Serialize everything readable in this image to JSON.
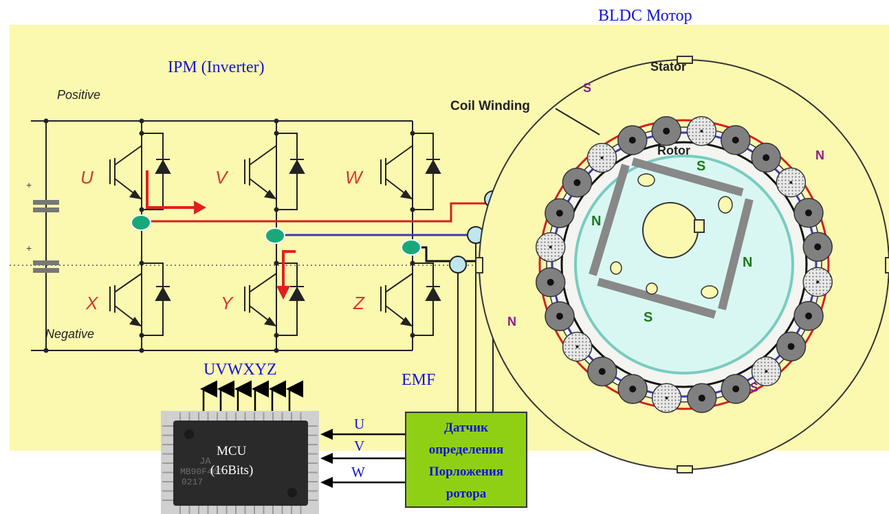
{
  "title_motor": "BLDC Мотор",
  "title_ipm": "IPM (Inverter)",
  "rail_positive": "Positive",
  "rail_negative": "Negative",
  "switches_top": [
    "U",
    "V",
    "W"
  ],
  "switches_bottom": [
    "X",
    "Y",
    "Z"
  ],
  "motor_labels": {
    "stator": "Stator",
    "coil_winding": "Coil Winding",
    "rotor": "Rotor"
  },
  "stator_poles": {
    "s_top": "S",
    "n_right": "N",
    "n_left": "N",
    "s_bottom": "S"
  },
  "rotor_poles": {
    "s_top": "S",
    "n_left": "N",
    "n_right": "N",
    "s_bottom": "S"
  },
  "emf_label": "EMF",
  "mcu_outputs_label": "UVWXYZ",
  "mcu_label_line1": "MCU",
  "mcu_label_line2": "(16Bits)",
  "mcu_chip_marks": [
    "JA",
    "MB90F462",
    "0217"
  ],
  "sensor_inputs": [
    "U",
    "V",
    "W"
  ],
  "sensor_label_lines": [
    "Датчик",
    "определения",
    "Порложения",
    "ротора"
  ],
  "colors": {
    "background_panel": "#fbf8b0",
    "phase_u_wire": "#d42020",
    "phase_v_wire": "#3a3ab0",
    "phase_w_wire": "#111111",
    "node_fill": "#1aa87a",
    "emf_circle": "#bfe6f0",
    "sensor_box": "#8fd014",
    "title_text": "#1414d4"
  }
}
